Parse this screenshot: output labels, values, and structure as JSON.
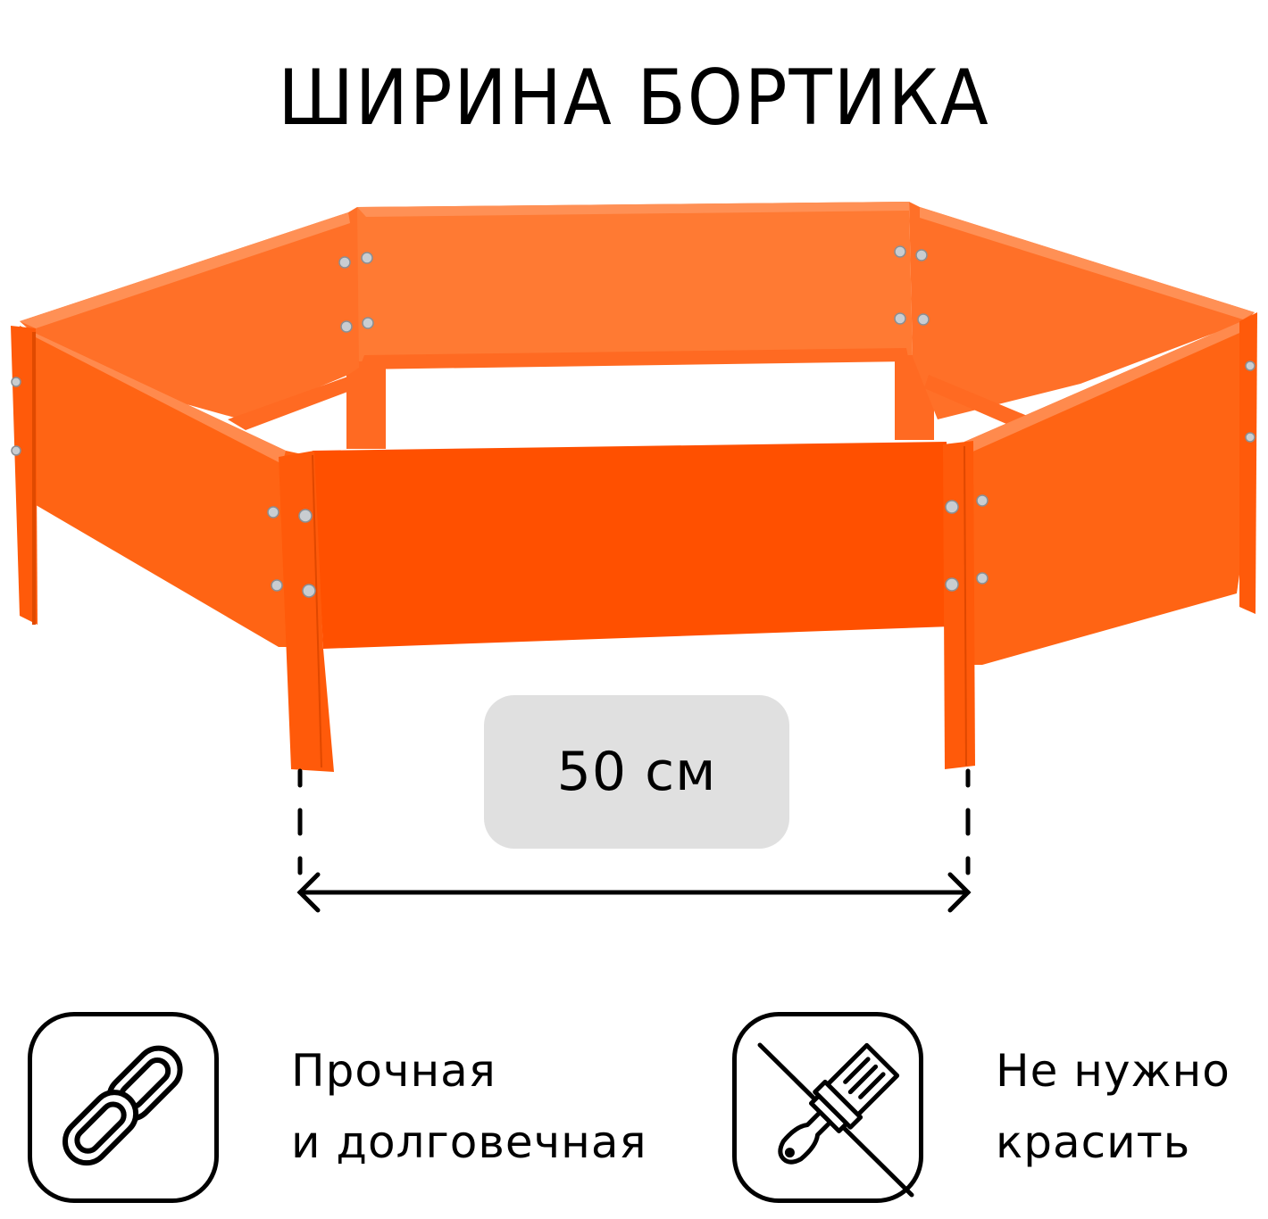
{
  "title": "ШИРИНА БОРТИКА",
  "product": {
    "name": "hexagonal-garden-bed-border",
    "colors": {
      "front_panel": "#ff5000",
      "side_panel": "#ff6414",
      "back_panel": "#ff7a33",
      "inner_shade": "#ff6a22",
      "edge_highlight": "#ff8a4d",
      "bolt": "#c9cdd1"
    }
  },
  "dimension": {
    "label": "50 см",
    "badge_color": "#e0e0e0"
  },
  "features": [
    {
      "icon": "chain-link-icon",
      "line1": "Прочная",
      "line2": "и долговечная"
    },
    {
      "icon": "no-paint-brush-icon",
      "line1": "Не нужно",
      "line2": "красить"
    }
  ]
}
